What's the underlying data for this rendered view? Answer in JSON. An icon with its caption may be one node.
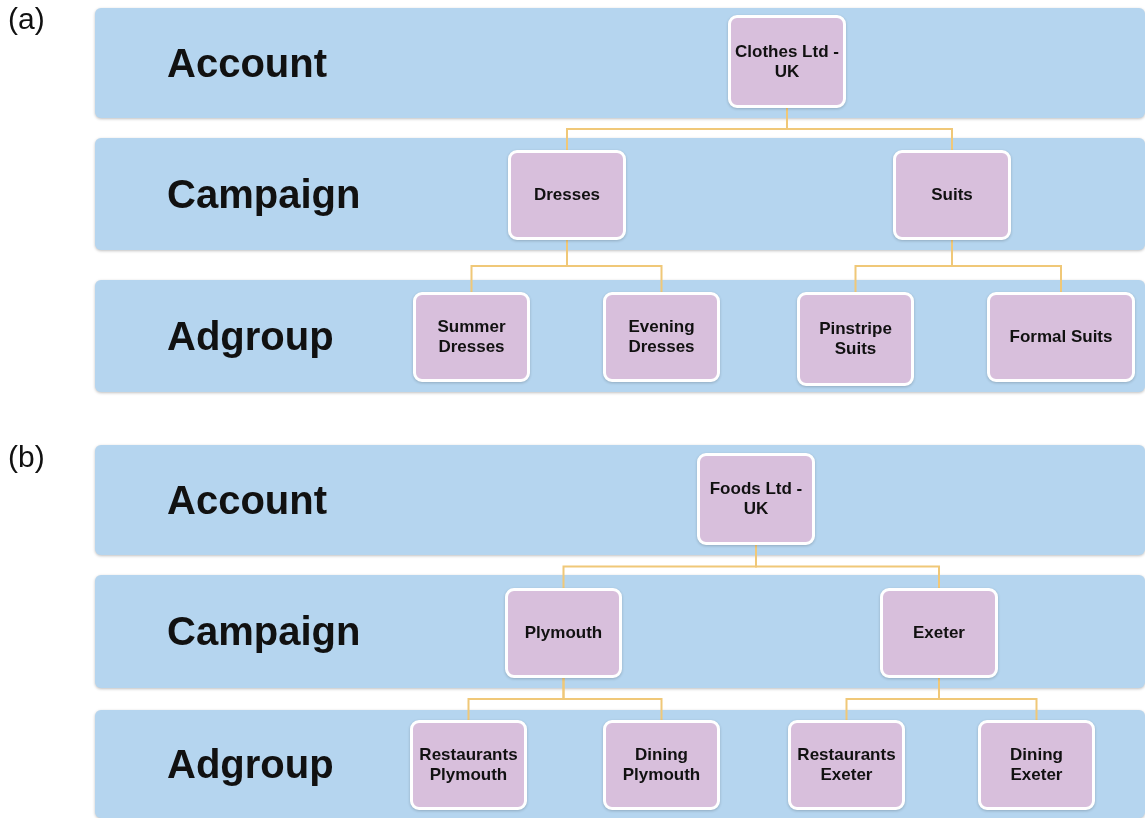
{
  "diagram": {
    "nodes": [
      {
        "text": [
          "Account"
        ]
      },
      {
        "text": [
          "Clothes Ltd -UK"
        ],
        "in": 0
      },
      {
        "text": [
          "Campaign"
        ]
      },
      {
        "text": [
          "Dresses"
        ],
        "in": 2
      },
      {
        "text": [
          "Suits"
        ],
        "in": 2
      },
      {
        "text": [
          "Adgroup"
        ]
      },
      {
        "text": [
          "Summer Dresses"
        ],
        "in": 5
      },
      {
        "text": [
          "Evening Dresses"
        ],
        "in": 5
      },
      {
        "text": [
          "Pinstripe Suits"
        ],
        "in": 5
      },
      {
        "text": [
          "Formal Suits"
        ],
        "in": 5
      },
      {
        "text": [
          "Account"
        ]
      },
      {
        "text": [
          "Foods Ltd -UK"
        ],
        "in": 10
      },
      {
        "text": [
          "Campaign"
        ]
      },
      {
        "text": [
          "Plymouth"
        ],
        "in": 12
      },
      {
        "text": [
          "Exeter"
        ],
        "in": 12
      },
      {
        "text": [
          "Adgroup"
        ]
      },
      {
        "text": [
          "Restaurants Plymouth"
        ],
        "in": 15
      },
      {
        "text": [
          "Dining Plymouth"
        ],
        "in": 15
      },
      {
        "text": [
          "Restaurants Exeter"
        ],
        "in": 15
      },
      {
        "text": [
          "Dining Exeter"
        ],
        "in": 15
      }
    ],
    "edges": [
      {
        "from": 1,
        "to": 3,
        "arrow": "none"
      },
      {
        "from": 1,
        "to": 4,
        "arrow": "none"
      },
      {
        "from": 3,
        "to": 6,
        "arrow": "none"
      },
      {
        "from": 3,
        "to": 7,
        "arrow": "none"
      },
      {
        "from": 4,
        "to": 8,
        "arrow": "none"
      },
      {
        "from": 4,
        "to": 9,
        "arrow": "none"
      },
      {
        "from": 11,
        "to": 13,
        "arrow": "none"
      },
      {
        "from": 11,
        "to": 14,
        "arrow": "none"
      },
      {
        "from": 13,
        "to": 16,
        "arrow": "none"
      },
      {
        "from": 13,
        "to": 17,
        "arrow": "none"
      },
      {
        "from": 14,
        "to": 18,
        "arrow": "none"
      },
      {
        "from": 14,
        "to": 19,
        "arrow": "none"
      }
    ],
    "labels": [
      "(a)",
      "(b)"
    ]
  }
}
